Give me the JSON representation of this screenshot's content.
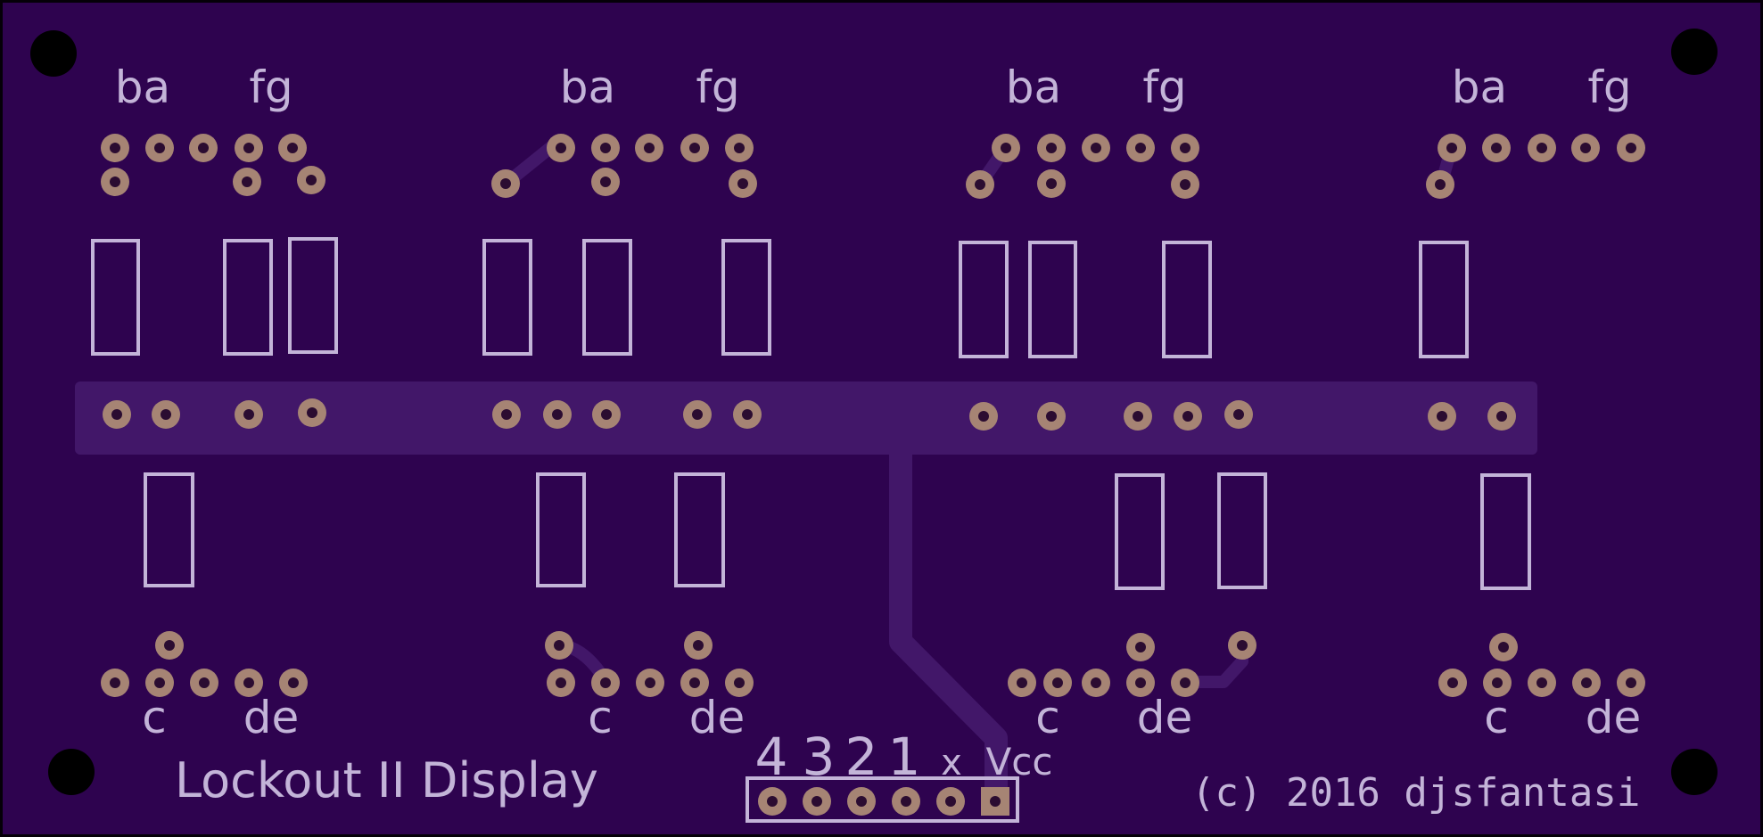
{
  "board": {
    "title": "Lockout II Display",
    "copyright": "(c) 2016 djsfantasi",
    "colors": {
      "board": "#2e034f",
      "edge": "#050008",
      "trace": "#421769",
      "pad_copper": "#a68474",
      "drill": "#2b0c31",
      "silkscreen": "#c3b4d8",
      "mount_hole": "#000000"
    }
  },
  "digits": [
    {
      "top_labels": [
        "ba",
        "fg"
      ],
      "bottom_labels": [
        "c",
        "de"
      ]
    },
    {
      "top_labels": [
        "ba",
        "fg"
      ],
      "bottom_labels": [
        "c",
        "de"
      ]
    },
    {
      "top_labels": [
        "ba",
        "fg"
      ],
      "bottom_labels": [
        "c",
        "de"
      ]
    },
    {
      "top_labels": [
        "ba",
        "fg"
      ],
      "bottom_labels": [
        "c",
        "de"
      ]
    }
  ],
  "connector": {
    "pin_labels": [
      "4",
      "3",
      "2",
      "1",
      "x",
      "Vcc"
    ]
  }
}
